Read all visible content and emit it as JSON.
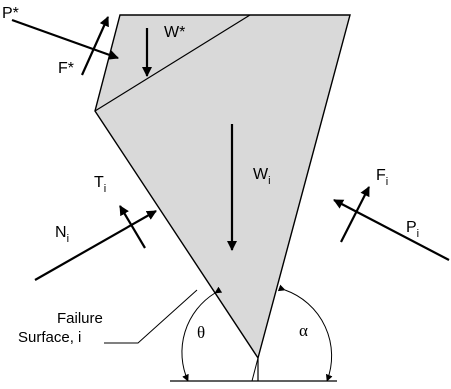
{
  "colors": {
    "wedge_fill": "#d9d9d9",
    "line": "#000000",
    "background": "#ffffff"
  },
  "labels": {
    "p_star": "P*",
    "f_star": "F*",
    "w_star": "W*",
    "t_i": {
      "main": "T",
      "sub": "i"
    },
    "n_i": {
      "main": "N",
      "sub": "i"
    },
    "w_i": {
      "main": "W",
      "sub": "i"
    },
    "f_i": {
      "main": "F",
      "sub": "i"
    },
    "p_i": {
      "main": "P",
      "sub": "i"
    },
    "failure_surface_line1": "Failure",
    "failure_surface_line2": "Surface, i",
    "theta": "θ",
    "alpha": "α"
  }
}
